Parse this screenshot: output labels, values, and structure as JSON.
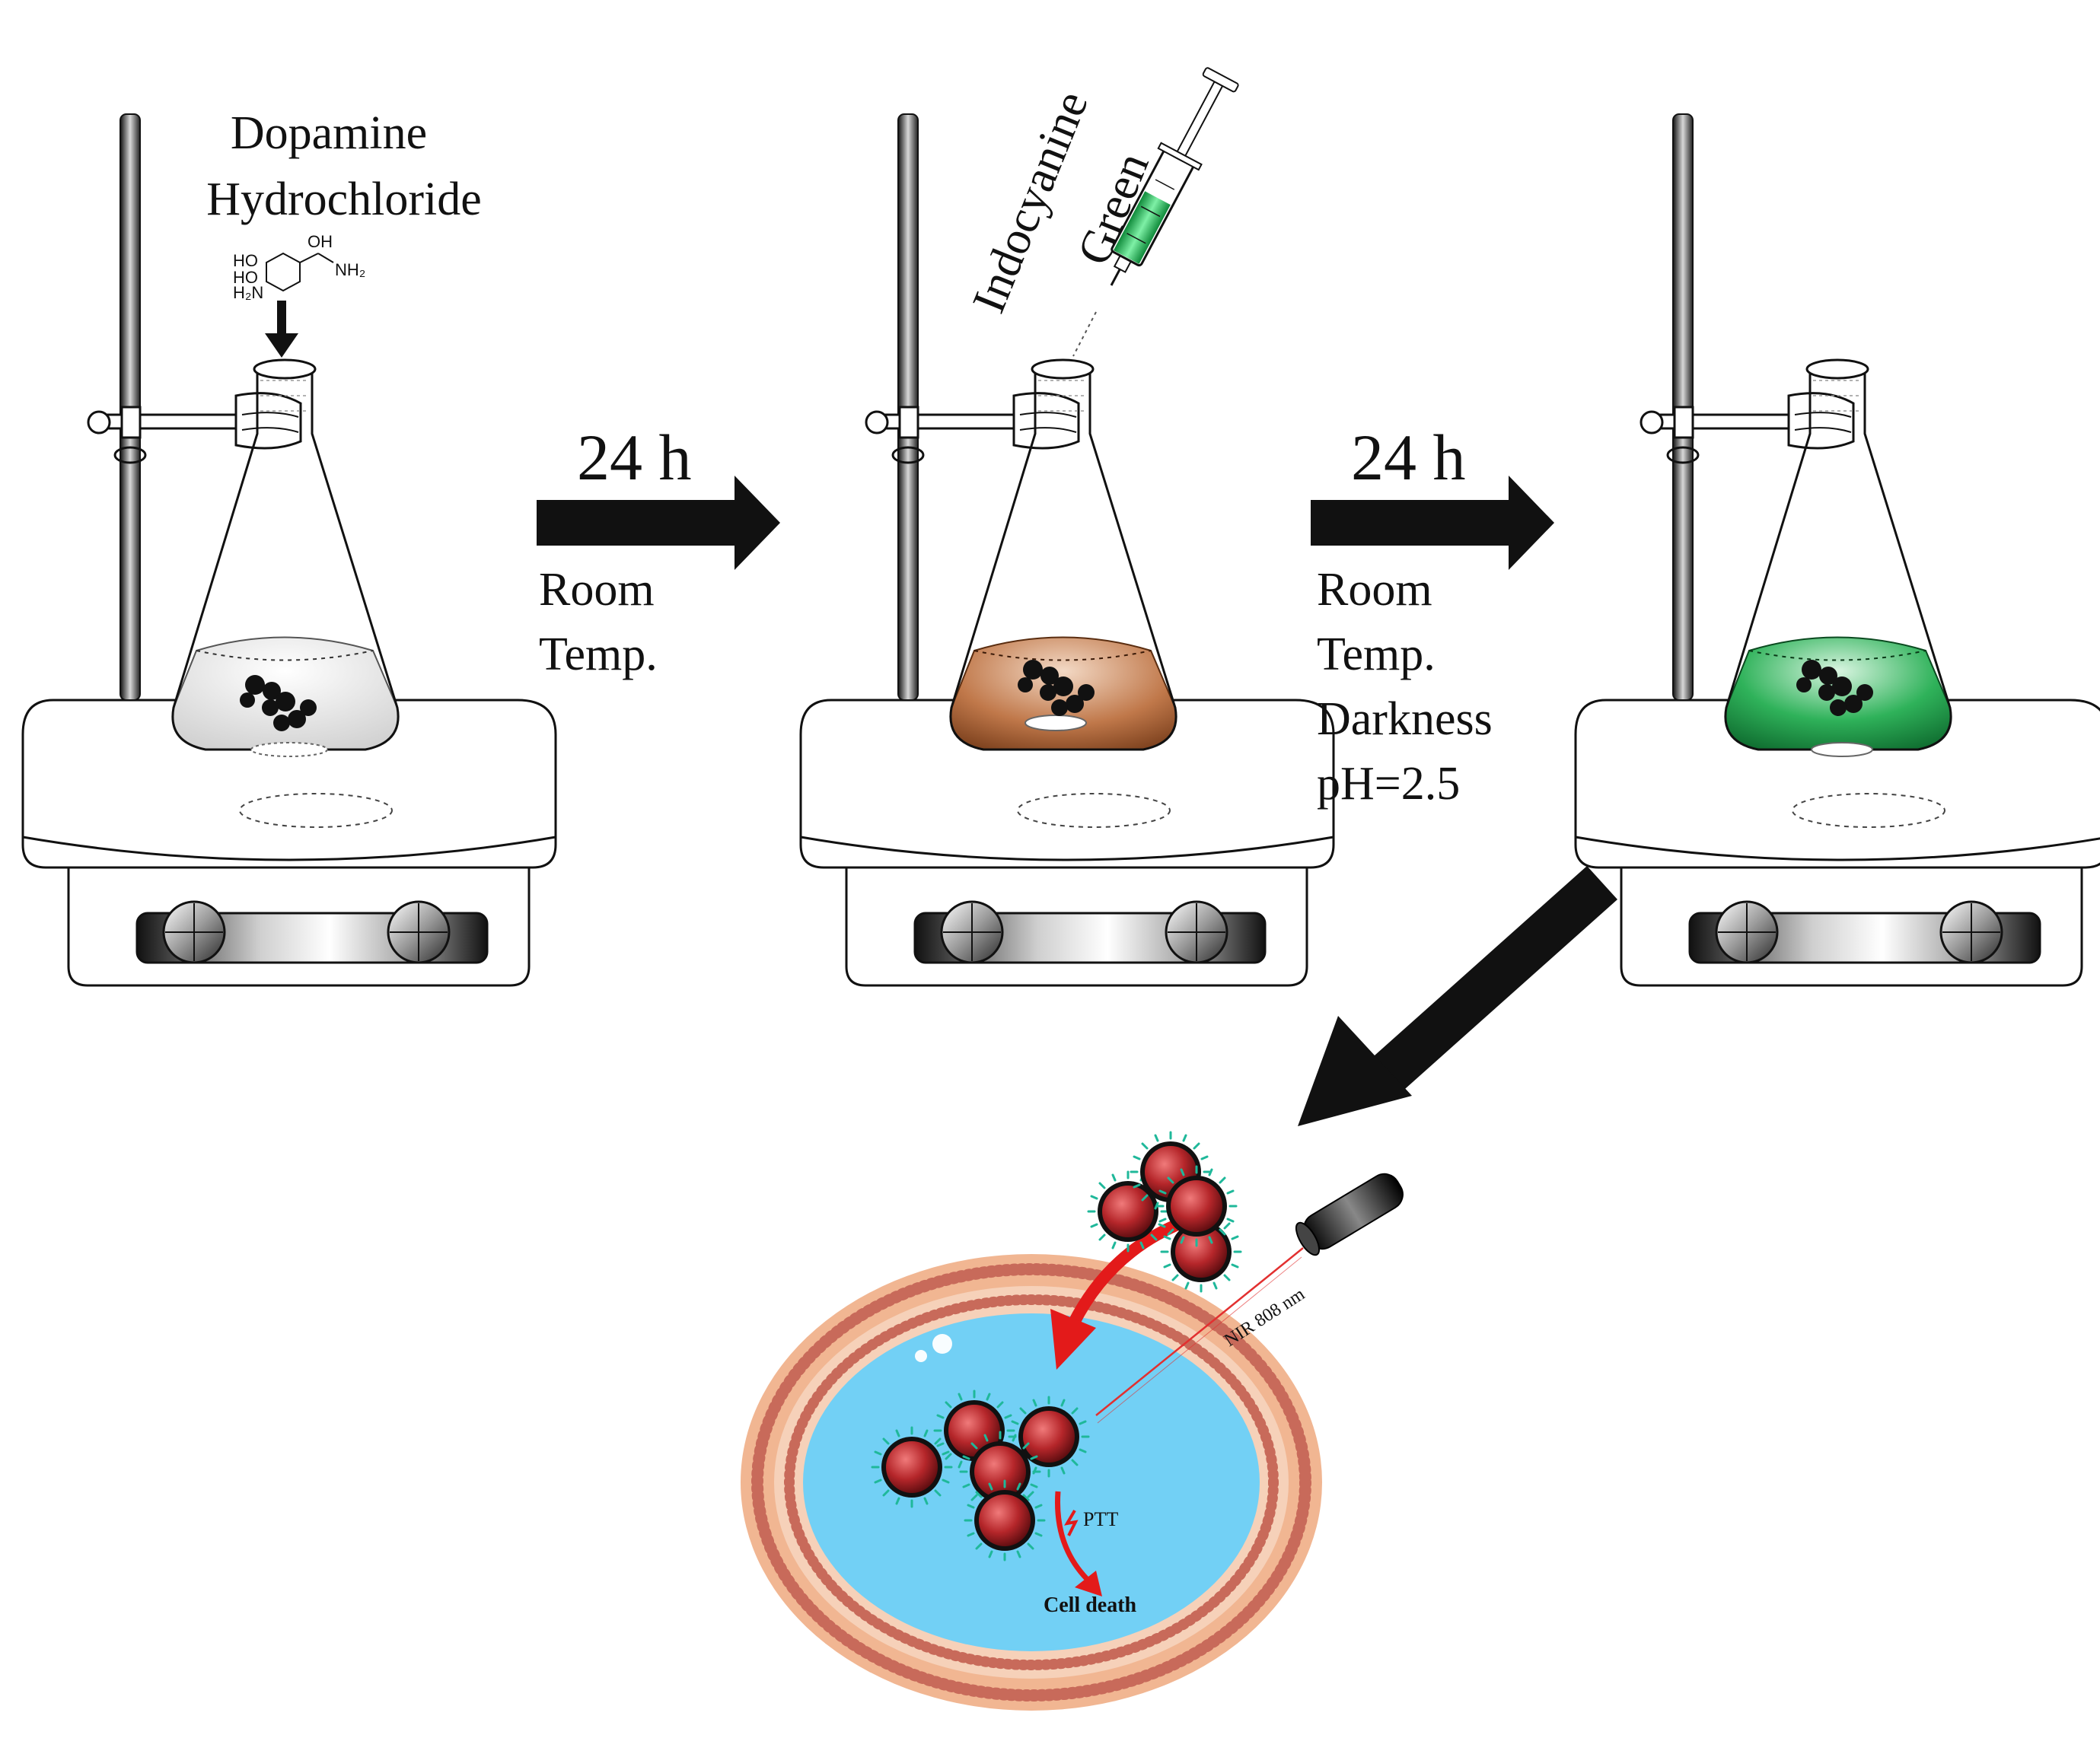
{
  "reagents": {
    "dopamine_line1": "Dopamine",
    "dopamine_line2": "Hydrochloride",
    "icg_line1": "Indocyanine",
    "icg_line2": "Green"
  },
  "molecule_labels": {
    "ho_top": "HO",
    "ho_bottom": "HO",
    "h2n": "H₂N",
    "oh": "OH",
    "nh2": "NH₂"
  },
  "step1": {
    "time": "24 h",
    "condition_1": "Room",
    "condition_2": "Temp."
  },
  "step2": {
    "time": "24 h",
    "condition_1": "Room",
    "condition_2": "Temp.",
    "condition_3": "Darkness",
    "condition_4": "pH=2.5"
  },
  "cell": {
    "laser_label": "NIR 808 nm",
    "therapy_label": "PTT",
    "outcome_label": "Cell death"
  },
  "colors": {
    "flask1_solution": "#f2f2f2",
    "flask2_solution": "#b46a3c",
    "flask3_solution": "#1f9a4a",
    "syringe_liquid": "#2ecc71",
    "cell_interior": "#72d0f5",
    "membrane": "#e8a27a",
    "nanoparticle": "#b5262a",
    "ligand": "#1fb89a",
    "laser": "#e23030",
    "uptake_arrow": "#e31a1a"
  }
}
